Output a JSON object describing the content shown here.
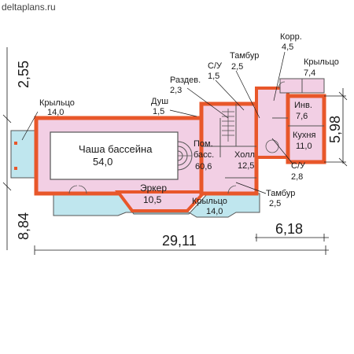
{
  "watermark": {
    "text": "deltaplans.ru"
  },
  "colors": {
    "outer_wall": "#e8572a",
    "room_fill": "#f2cfe4",
    "terrace_fill": "#bfe6ee",
    "pool_fill": "#ffffff",
    "dim_line": "#1a1a1a"
  },
  "rooms": {
    "porch_left": {
      "name": "Крыльцо",
      "area": "14,0"
    },
    "pool_bowl": {
      "name": "Чаша бассейна",
      "area": "54,0"
    },
    "pool_room": {
      "name_line1": "Пом.",
      "name_line2": "басс.",
      "area": "60,6"
    },
    "shower": {
      "name": "Душ",
      "area": "1,5"
    },
    "dressing": {
      "name": "Раздев.",
      "area": "2,3"
    },
    "wc_top": {
      "name": "С/У",
      "area": "1,5"
    },
    "vestibule_top": {
      "name": "Тамбур",
      "area": "2,5"
    },
    "corridor": {
      "name": "Корр.",
      "area": "4,5"
    },
    "porch_right": {
      "name": "Крыльцо",
      "area": "7,4"
    },
    "inventory": {
      "name": "Инв.",
      "area": "7,6"
    },
    "kitchen": {
      "name": "Кухня",
      "area": "11,0"
    },
    "hall": {
      "name": "Холл",
      "area": "12,5"
    },
    "wc_bottom": {
      "name": "С/У",
      "area": "2,8"
    },
    "bay": {
      "name": "Эркер",
      "area": "10,5"
    },
    "porch_bottom": {
      "name": "Крыльцо",
      "area": "14,0"
    },
    "vestibule_bottom": {
      "name": "Тамбур",
      "area": "2,5"
    }
  },
  "dimensions": {
    "left_top": "2,55",
    "left_bottom": "8,84",
    "right_depth": "5,98",
    "total_width": "29,11",
    "right_width": "6,18"
  }
}
